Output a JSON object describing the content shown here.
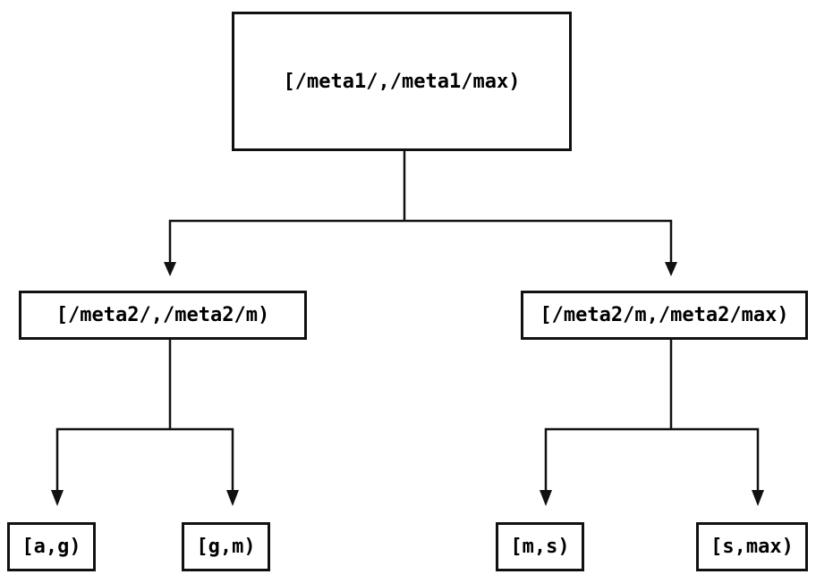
{
  "diagram": {
    "type": "tree",
    "description": "Two-level binary split of key ranges",
    "nodes": {
      "root": {
        "label": "[/meta1/,/meta1/max)"
      },
      "left": {
        "label": "[/meta2/,/meta2/m)"
      },
      "right": {
        "label": "[/meta2/m,/meta2/max)"
      },
      "leaf_ag": {
        "label": "[a,g)"
      },
      "leaf_gm": {
        "label": "[g,m)"
      },
      "leaf_ms": {
        "label": "[m,s)"
      },
      "leaf_smax": {
        "label": "[s,max)"
      }
    },
    "edges": [
      {
        "from": "root",
        "to": "left"
      },
      {
        "from": "root",
        "to": "right"
      },
      {
        "from": "left",
        "to": "leaf_ag"
      },
      {
        "from": "left",
        "to": "leaf_gm"
      },
      {
        "from": "right",
        "to": "leaf_ms"
      },
      {
        "from": "right",
        "to": "leaf_smax"
      }
    ],
    "colors": {
      "line": "#111111",
      "box_border": "#111111",
      "text": "#000000",
      "background": "#ffffff"
    }
  }
}
